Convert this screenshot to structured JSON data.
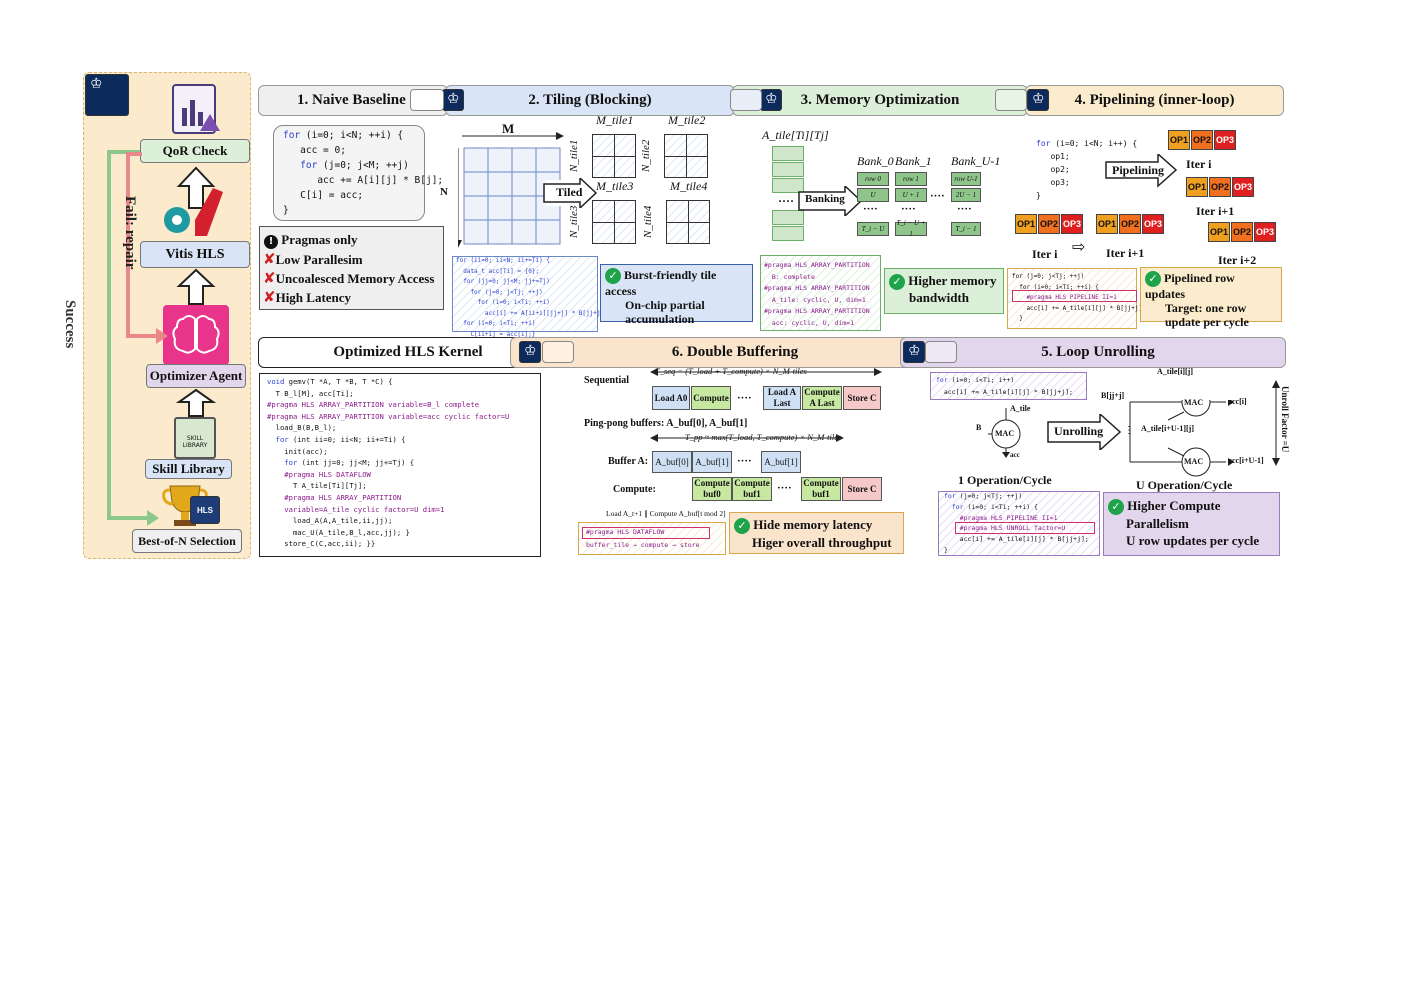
{
  "sidebar": {
    "qor_check": "QoR Check",
    "fail_repair": "Fail: repair",
    "vitis_hls": "Vitis HLS",
    "success": "Success",
    "optimizer_agent": "Optimizer Agent",
    "skill_library": "Skill Library",
    "skill_library_icon_text": "SKILL LIBRARY",
    "best_of_n": "Best-of-N Selection",
    "hls_badge": "HLS"
  },
  "stages": {
    "s1": "1. Naive Baseline",
    "s2": "2. Tiling (Blocking)",
    "s3": "3. Memory Optimization",
    "s4": "4. Pipelining (inner-loop)",
    "s5": "5. Loop Unrolling",
    "s6": "6. Double Buffering",
    "final": "Optimized HLS Kernel"
  },
  "naive": {
    "code": [
      [
        "kw",
        "for",
        " (i=0; i<N; ++i) {"
      ],
      [
        "",
        "",
        "   acc = 0;"
      ],
      [
        "kw",
        "   for",
        " (j=0; j<M; ++j)"
      ],
      [
        "",
        "",
        "      acc += A[i][j] * B[j];"
      ],
      [
        "",
        "",
        "   C[i] = acc;"
      ],
      [
        "",
        "",
        "}"
      ]
    ],
    "issues_header": "Pragmas only",
    "issues": [
      "Low Parallesim",
      "Uncoalesced Memory Access",
      "High Latency"
    ]
  },
  "tiling": {
    "m_label": "M",
    "n_label": "N",
    "tiled_label": "Tiled",
    "m_tiles": [
      "M_tile1",
      "M_tile2",
      "M_tile3",
      "M_tile4"
    ],
    "n_tiles": [
      "N_tile1",
      "N_tile2",
      "N_tile3",
      "N_tile4"
    ],
    "code": [
      "for (ii=0; ii<N; ii+=Ti) {",
      "  data_t acc[Ti] = {0};",
      "  for (jj=0; jj<M; jj+=Tj)",
      "    for (j=0; j<Tj; ++j)",
      "      for (i=0; i<Ti; ++i)",
      "        acc[i] += A[ii+i][jj+j] * B[jj+j];",
      "  for (i=0; i<Ti; ++i)",
      "    C[ii+i] = acc[i];}"
    ],
    "note": [
      "Burst-friendly tile access",
      "On-chip partial",
      "accumulation"
    ]
  },
  "memory": {
    "atile_label": "A_tile[Ti][Tj]",
    "banking_label": "Banking",
    "banks": [
      "Bank_0",
      "Bank_1",
      "Bank_U-1"
    ],
    "bank0_cells": [
      "row 0",
      "U",
      "T_i − U"
    ],
    "bank1_cells": [
      "row 1",
      "U + 1",
      "T_i − U + 1"
    ],
    "bankU_cells": [
      "row U-1",
      "2U − 1",
      "T_i − 1"
    ],
    "code": [
      "#pragma HLS ARRAY_PARTITION",
      "  B: complete",
      "#pragma HLS ARRAY_PARTITION",
      "  A_tile: cyclic, U, dim=1",
      "#pragma HLS ARRAY_PARTITION",
      "  acc: cyclic, U, dim=1"
    ],
    "note": [
      "Higher memory",
      "bandwidth"
    ]
  },
  "pipelining": {
    "code": [
      "for (i=0; i<N; i++) {",
      "   op1;",
      "   op2;",
      "   op3;",
      "}"
    ],
    "pipelining_label": "Pipelining",
    "ops": [
      "OP1",
      "OP2",
      "OP3"
    ],
    "iters": [
      "Iter i",
      "Iter i+1",
      "Iter i+2"
    ],
    "code2": [
      "for (j=0; j<Tj; ++j)",
      "  for (i=0; i<Ti; ++i) {",
      "    #pragma HLS PIPELINE II=1",
      "    acc[i] += A_tile[i][j] * B[jj+j];",
      "  }"
    ],
    "note": [
      "Pipelined row updates",
      "Target: one row",
      "update per cycle"
    ]
  },
  "unrolling": {
    "code1": [
      "for (i=0; i<Ti; i++)",
      "  acc[i] += A_tile[i][j] * B[jj+j];"
    ],
    "a_tile": "A_tile",
    "b": "B",
    "acc": "acc",
    "mac": "MAC",
    "unrolling_label": "Unrolling",
    "a_tile_i": "A_tile[i][j]",
    "a_tile_iu": "A_tile[i+U-1][j]",
    "b_jj": "B[jj+j]",
    "acc_i": "acc[i]",
    "acc_iu": "acc[i+U-1]",
    "unroll_factor": "Unroll Factor =U",
    "one_op": "1 Operation/Cycle",
    "u_op": "U Operation/Cycle",
    "code2": [
      "for (j=0; j<Tj; ++j)",
      "  for (i=0; i<Ti; ++i) {",
      "    #pragma HLS PIPELINE II=1",
      "    #pragma HLS UNROLL factor=U",
      "    acc[i] += A_tile[i][j] * B[jj+j];",
      "}"
    ],
    "note": [
      "Higher Compute",
      "Parallelism",
      "U row updates per cycle"
    ]
  },
  "double_buffer": {
    "sequential": "Sequential",
    "t_seq": "T_seq = (T_load + T_compute) × N_M-tiles",
    "seq_cells": [
      "Load A0",
      "Compute",
      "Load A Last",
      "Compute A Last",
      "Store C"
    ],
    "pingpong": "Ping-pong buffers: A_buf[0], A_buf[1]",
    "t_pp": "T_pp ≈ max(T_load, T_compute) × N_M-tiles",
    "buffer_a": "Buffer A:",
    "buf_cells": [
      "A_buf[0]",
      "A_buf[1]",
      "A_buf[1]"
    ],
    "compute": "Compute:",
    "comp_cells": [
      "Compute buf0",
      "Compute buf1",
      "Compute buf1",
      "Store C"
    ],
    "load_compute": "Load A_t+1 ∥ Compute A_buf[t mod 2]",
    "code": [
      "#pragma HLS DATAFLOW",
      "buffer_tile → compute → store"
    ],
    "note": [
      "Hide memory latency",
      "Higer overall throughput"
    ]
  },
  "kernel": {
    "code": [
      [
        "kw",
        "void",
        " gemv(T *A, T *B, T *C) {"
      ],
      [
        "",
        "",
        "  T B_l[M], acc[Ti];"
      ],
      [
        "pr",
        "#pragma HLS ARRAY_PARTITION variable=B_l complete",
        ""
      ],
      [
        "pr",
        "#pragma HLS ARRAY_PARTITION variable=acc cyclic factor=U",
        ""
      ],
      [
        "",
        "",
        "  load_B(B,B_l);"
      ],
      [
        "kw",
        "  for",
        " (int ii=0; ii<N; ii+=Ti) {"
      ],
      [
        "",
        "",
        "    init(acc);"
      ],
      [
        "kw",
        "    for",
        " (int jj=0; jj<M; jj+=Tj) {"
      ],
      [
        "pr",
        "    #pragma HLS DATAFLOW",
        ""
      ],
      [
        "",
        "",
        "      T A_tile[Ti][Tj];"
      ],
      [
        "pr",
        "    #pragma HLS ARRAY_PARTITION",
        ""
      ],
      [
        "pr",
        "    variable=A_tile cyclic factor=U dim=1",
        ""
      ],
      [
        "",
        "",
        "      load_A(A,A_tile,ii,jj);"
      ],
      [
        "",
        "",
        "      mac_U(A_tile,B_l,acc,jj); }"
      ],
      [
        "",
        "",
        "    store_C(C,acc,ii); }}"
      ]
    ]
  },
  "colors": {
    "sidebar_bg": "#fbeacb",
    "stage1": "#efefef",
    "stage2": "#d9e5f6",
    "stage3": "#dcefd8",
    "stage4": "#faeccc",
    "stage5": "#e2d6ec",
    "stage6": "#fbe4cc",
    "op1": "#f0a020",
    "op2": "#f07020",
    "op3": "#e02020"
  }
}
